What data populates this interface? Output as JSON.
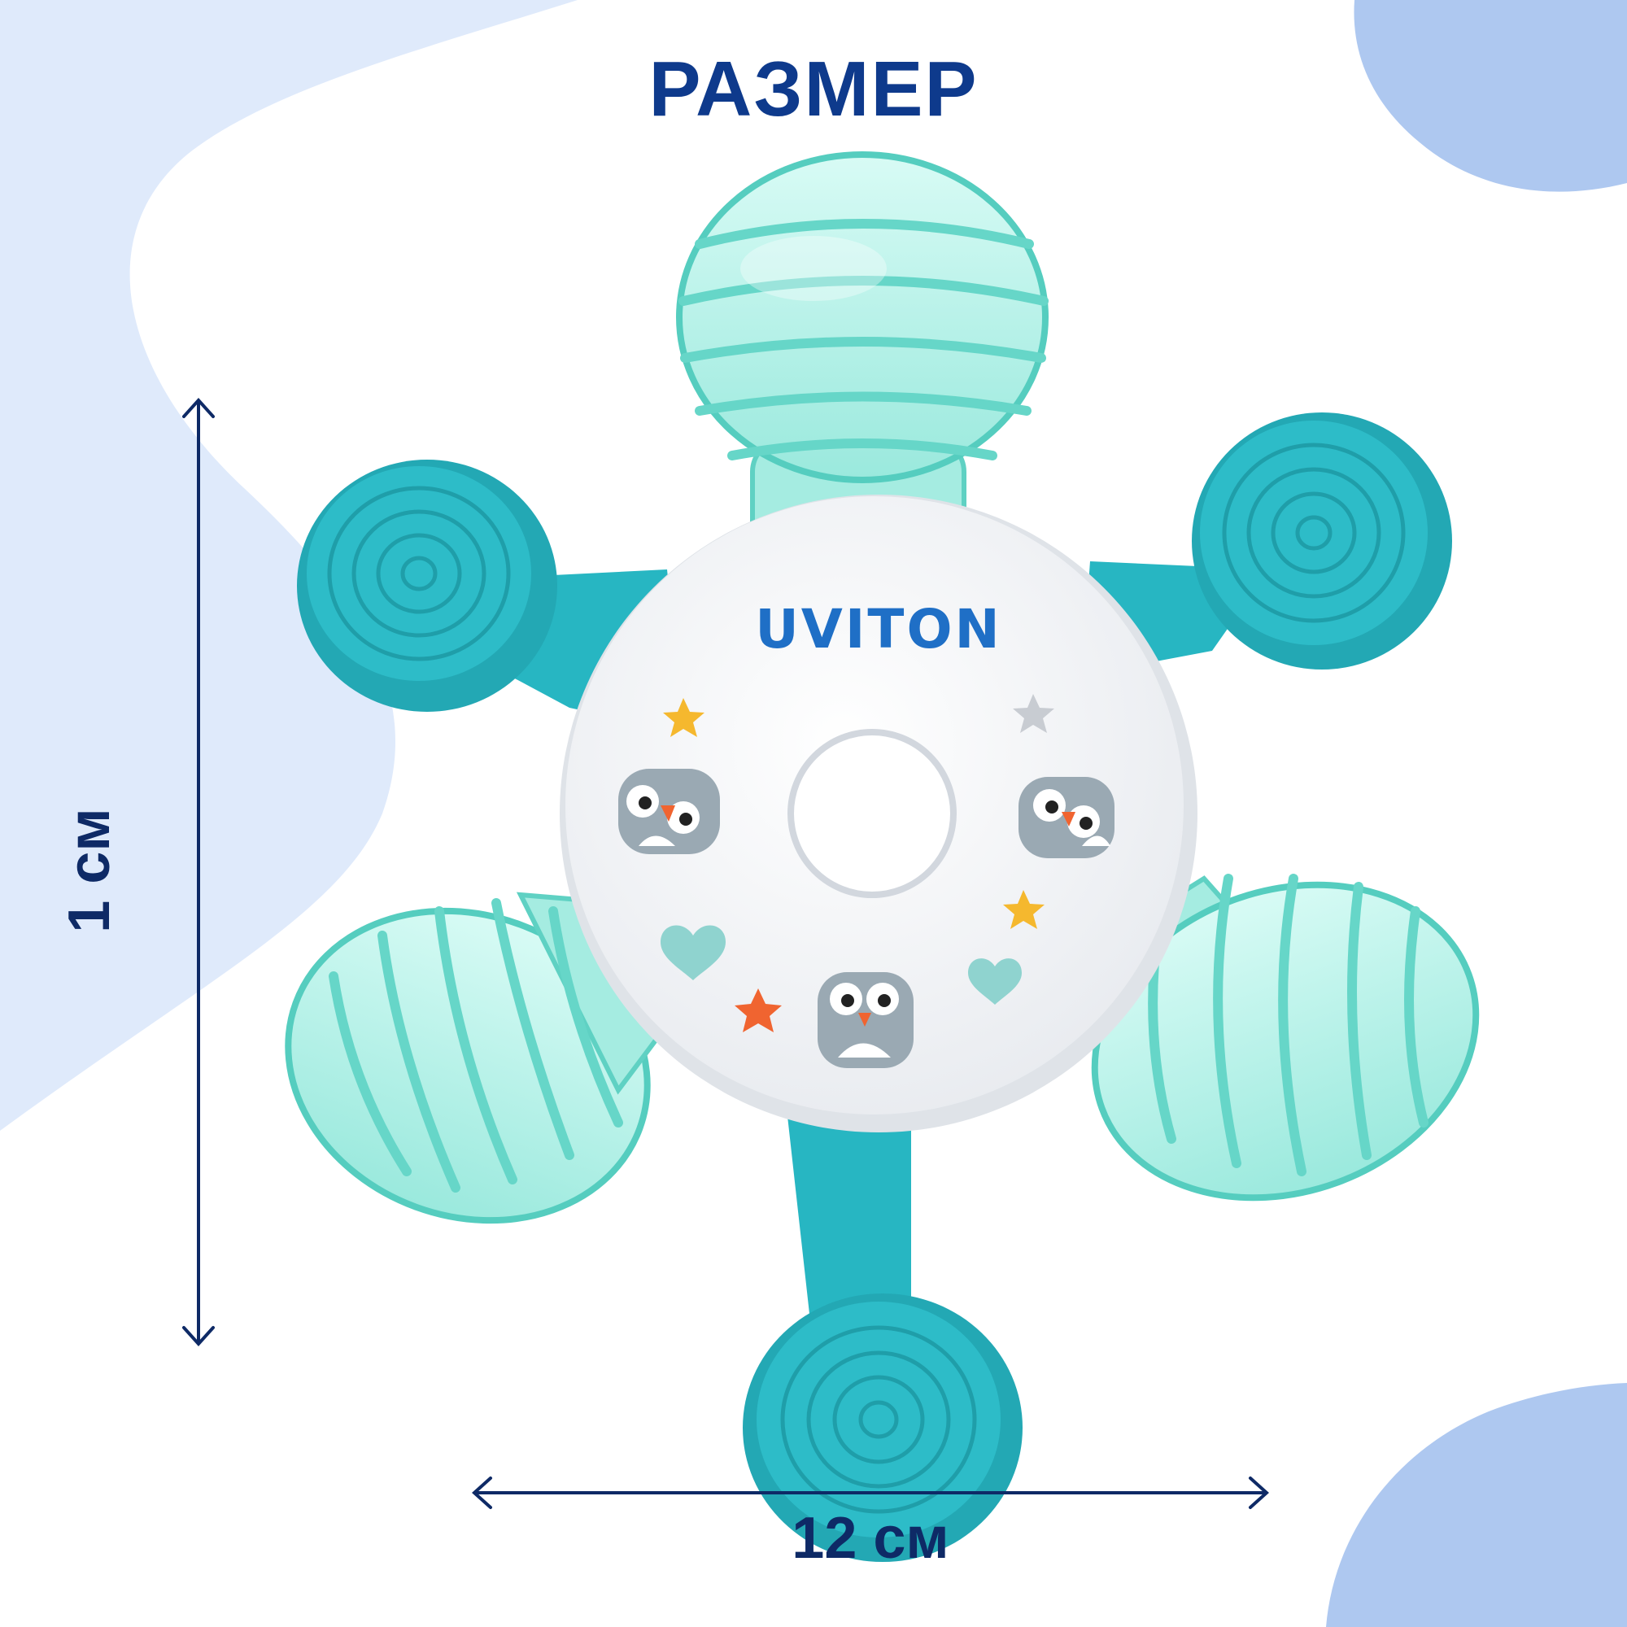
{
  "title": "РАЗМЕР",
  "dimensions": {
    "width_label": "12 см",
    "height_label": "1 см"
  },
  "product": {
    "brand": "UVITON",
    "type": "teether"
  },
  "colors": {
    "title": "#0e3a8c",
    "labels": "#0e2a66",
    "background_blob": "#dfeafb",
    "corner_blob": "#aec8f0",
    "teether_solid": "#27b6c2",
    "teether_gel": "#bdf3ea",
    "center_disc": "#f7f8fa",
    "brand": "#1f6fc6"
  }
}
